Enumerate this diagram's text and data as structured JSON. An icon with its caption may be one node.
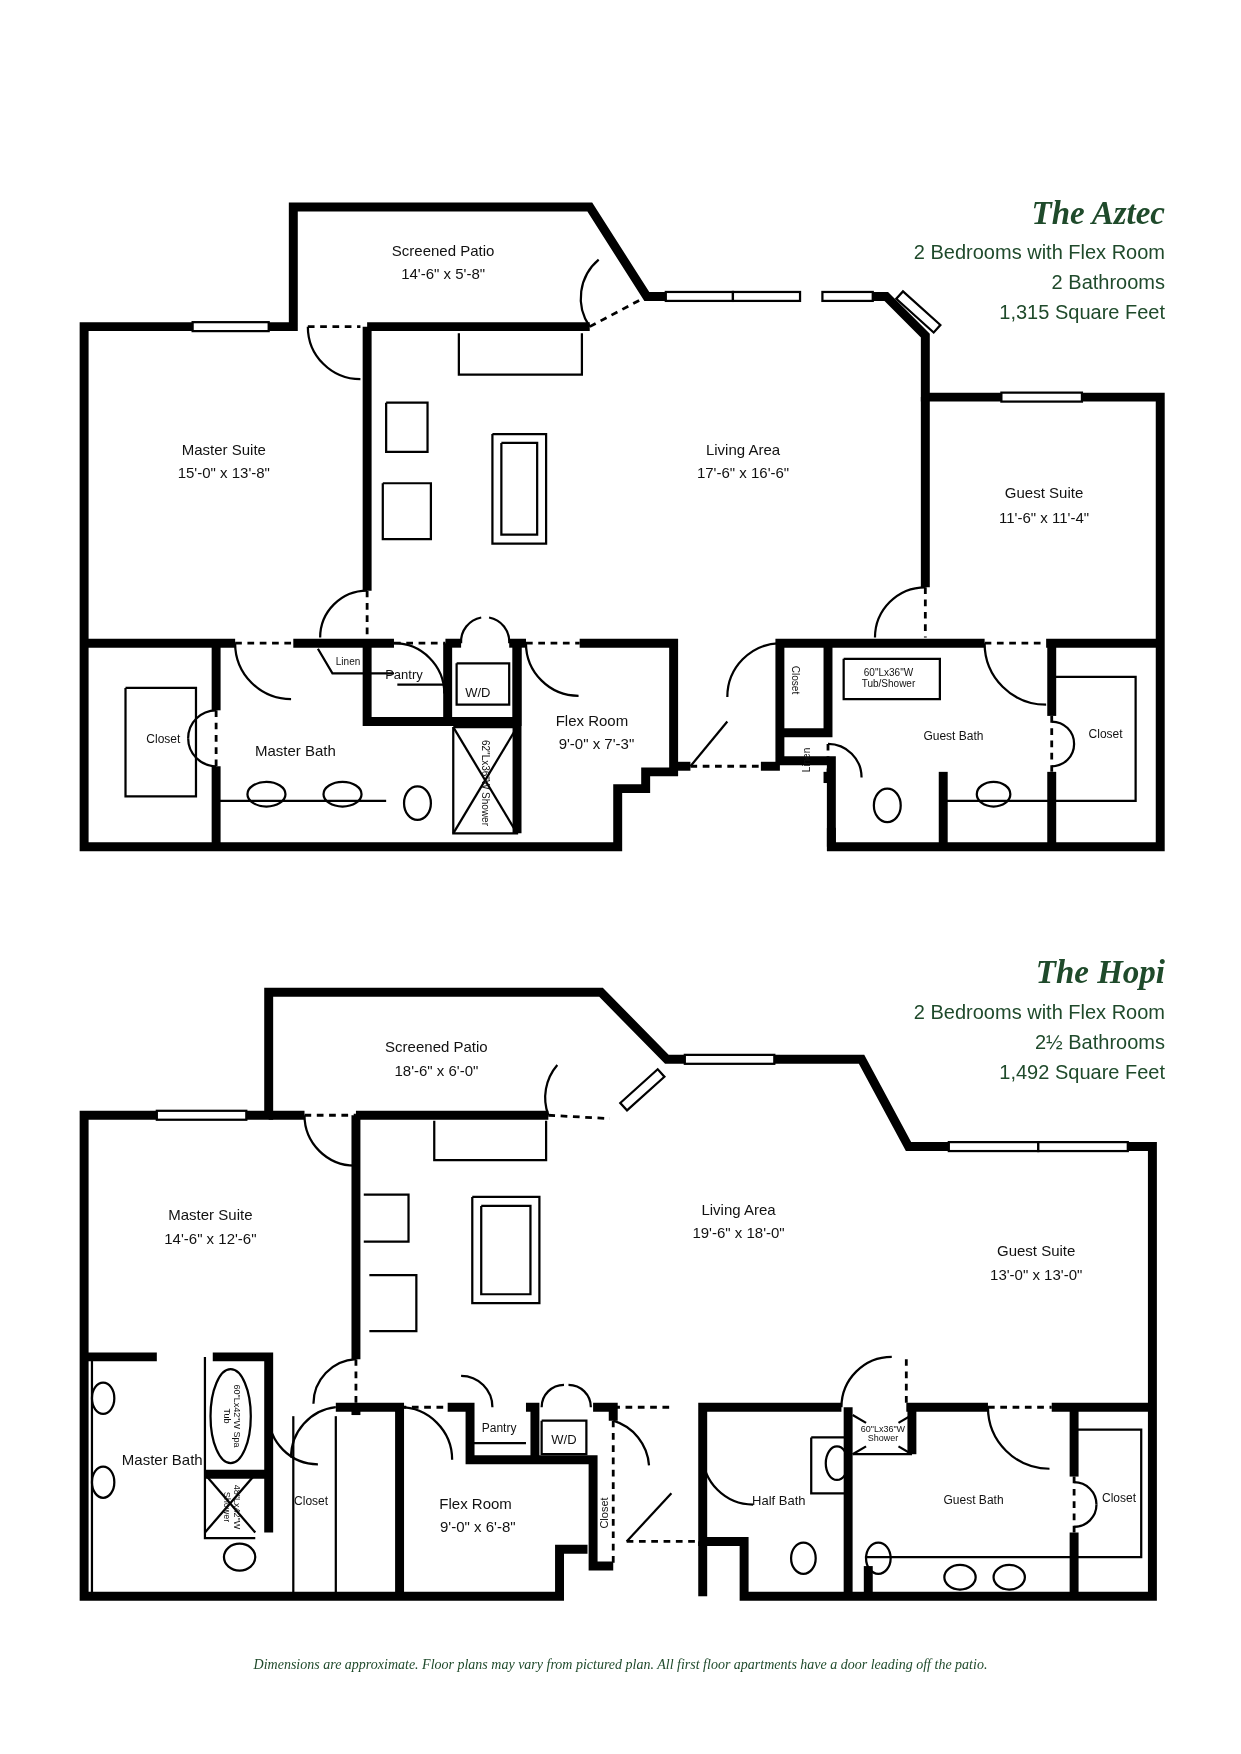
{
  "diagram": {
    "caption": "Dimensions are approximate. Floor plans may vary from pictured plan. All first floor apartments have a door leading off the patio.",
    "labels": [
      "The Aztec",
      "2 Bedrooms with Flex Room",
      "2 Bathrooms",
      "1,315 Square Feet",
      "Screened Patio",
      "14'-6\" x 5'-8\"",
      "Master Suite",
      "15'-0\" x 13'-8\"",
      "Living Area",
      "17'-6\" x 16'-6\"",
      "Guest Suite",
      "11'-6\" x 11'-4\"",
      "Linen",
      "Pantry",
      "W/D",
      "Closet",
      "60\"Lx36\"W Tub/Shower",
      "Closet",
      "Master Bath",
      "62\"Lx36\"W Shower",
      "Flex Room",
      "9'-0\" x 7'-3\"",
      "Guest Bath",
      "Closet",
      "Linen",
      "The Hopi",
      "2 Bedrooms with Flex Room",
      "2½ Bathrooms",
      "1,492 Square Feet",
      "Screened Patio",
      "18'-6\" x 6'-0\"",
      "Master Suite",
      "14'-6\" x 12'-6\"",
      "Living Area",
      "19'-6\" x 18'-0\"",
      "Guest Suite",
      "13'-0\" x 13'-0\"",
      "60\"Lx42\"W Spa Tub",
      "Pantry",
      "W/D",
      "60\"Lx36\"W Shower",
      "Master Bath",
      "48\"Lx42\"W Shower",
      "Closet",
      "Flex Room",
      "9'-0\" x 6'-8\"",
      "Closet",
      "Half Bath",
      "Guest Bath",
      "Closet"
    ]
  }
}
